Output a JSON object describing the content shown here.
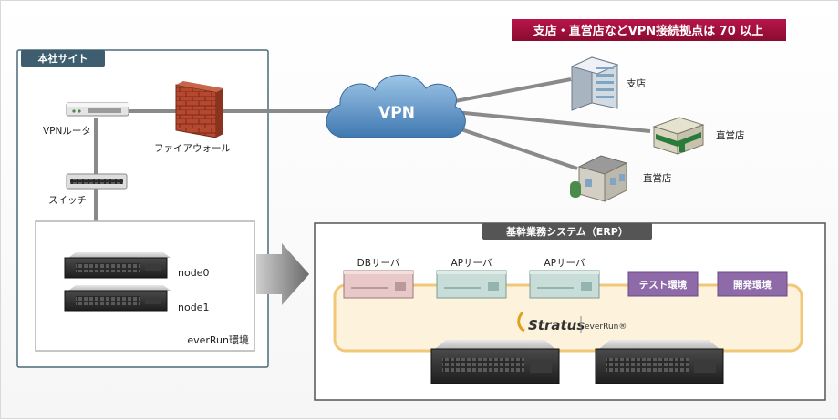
{
  "banner": {
    "text": "支店・直営店などVPN接続拠点は 70 以上",
    "color": "#a0103a"
  },
  "hq": {
    "title": "本社サイト",
    "vpn_router": "VPNルータ",
    "switch": "スイッチ",
    "firewall": "ファイアウォール",
    "everrun": {
      "label": "everRun環境",
      "node0": "node0",
      "node1": "node1"
    }
  },
  "vpn": {
    "label": "VPN"
  },
  "sites": [
    {
      "label": "支店",
      "icon": "office-building-icon"
    },
    {
      "label": "直営店",
      "icon": "store-icon"
    },
    {
      "label": "直営店",
      "icon": "house-store-icon"
    }
  ],
  "erp": {
    "title": "基幹業務システム（ERP）",
    "servers": [
      {
        "label": "DBサーバ",
        "color": "#e8c8c8"
      },
      {
        "label": "APサーバ",
        "color": "#c8dcd8"
      },
      {
        "label": "APサーバ",
        "color": "#c8dcd8"
      }
    ],
    "envs": [
      {
        "label": "テスト環境"
      },
      {
        "label": "開発環境"
      }
    ],
    "stratus": {
      "brand": "Stratus",
      "product": "everRun®"
    }
  },
  "colors": {
    "hq_border": "#4a6a7a",
    "hq_title_bg": "#3e5e70",
    "erp_title_bg": "#555555",
    "env_bg": "#8e6aa8"
  }
}
